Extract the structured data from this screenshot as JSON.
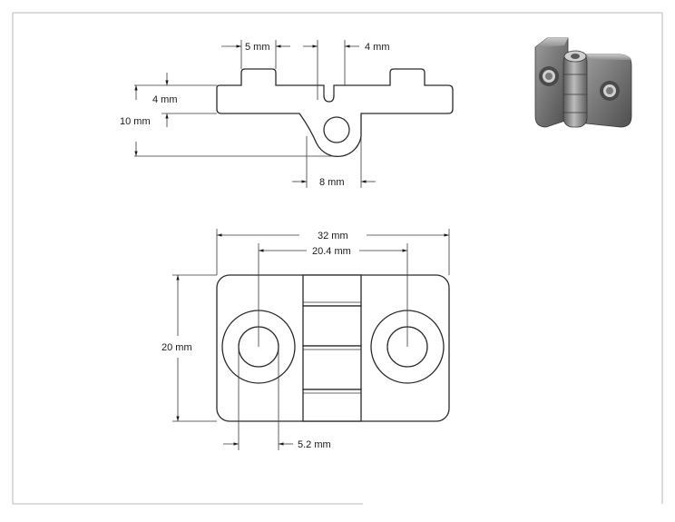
{
  "dimensions": {
    "flange_width": "5 mm",
    "slot_width": "4 mm",
    "plate_thickness": "4 mm",
    "overall_height": "10 mm",
    "knuckle_diameter": "8 mm",
    "overall_length": "32 mm",
    "hole_spacing": "20.4 mm",
    "overall_width": "20 mm",
    "hole_diameter": "5.2 mm"
  },
  "colors": {
    "line": "#2a2a2a",
    "frame": "#b8b8b8",
    "render_body": "#6e6e6e",
    "render_highlight": "#b5b5b5"
  }
}
